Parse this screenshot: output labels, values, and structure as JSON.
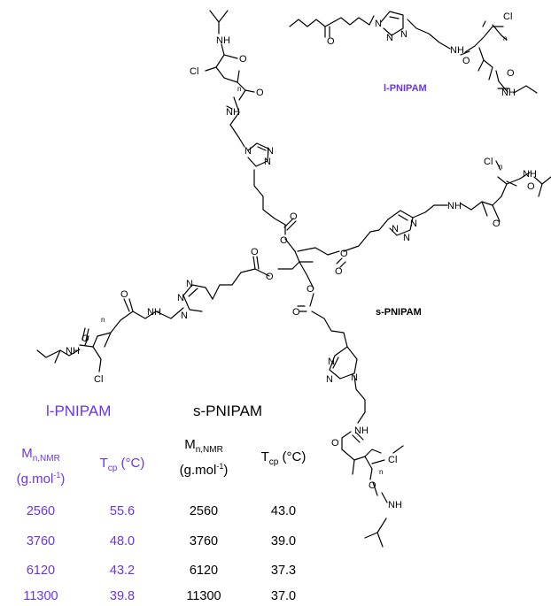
{
  "labels": {
    "linear_caption": "l-PNIPAM",
    "star_caption": "s-PNIPAM"
  },
  "atoms": {
    "chlorine": "Cl",
    "nitrogen": "N",
    "amide_nh": "NH",
    "oxygen": "O",
    "repeat_n": "n"
  },
  "table": {
    "linear_title": "l-PNIPAM",
    "star_title": "s-PNIPAM",
    "mn_symbol": "M",
    "mn_subscript": "n,NMR",
    "unit_text": "(g.mol",
    "unit_sup": "-1",
    "unit_close": ")",
    "tcp_symbol": "T",
    "tcp_subscript": "cp",
    "tcp_unit": " (°C)",
    "linear_rows": [
      {
        "mn": "2560",
        "tcp": "55.6"
      },
      {
        "mn": "3760",
        "tcp": "48.0"
      },
      {
        "mn": "6120",
        "tcp": "43.2"
      },
      {
        "mn": "11300",
        "tcp": "39.8"
      }
    ],
    "star_rows": [
      {
        "mn": "2560",
        "tcp": "43.0"
      },
      {
        "mn": "3760",
        "tcp": "39.0"
      },
      {
        "mn": "6120",
        "tcp": "37.3"
      },
      {
        "mn": "11300",
        "tcp": "37.0"
      }
    ]
  },
  "colors": {
    "linear": "#6a35e6",
    "star": "#000000"
  }
}
